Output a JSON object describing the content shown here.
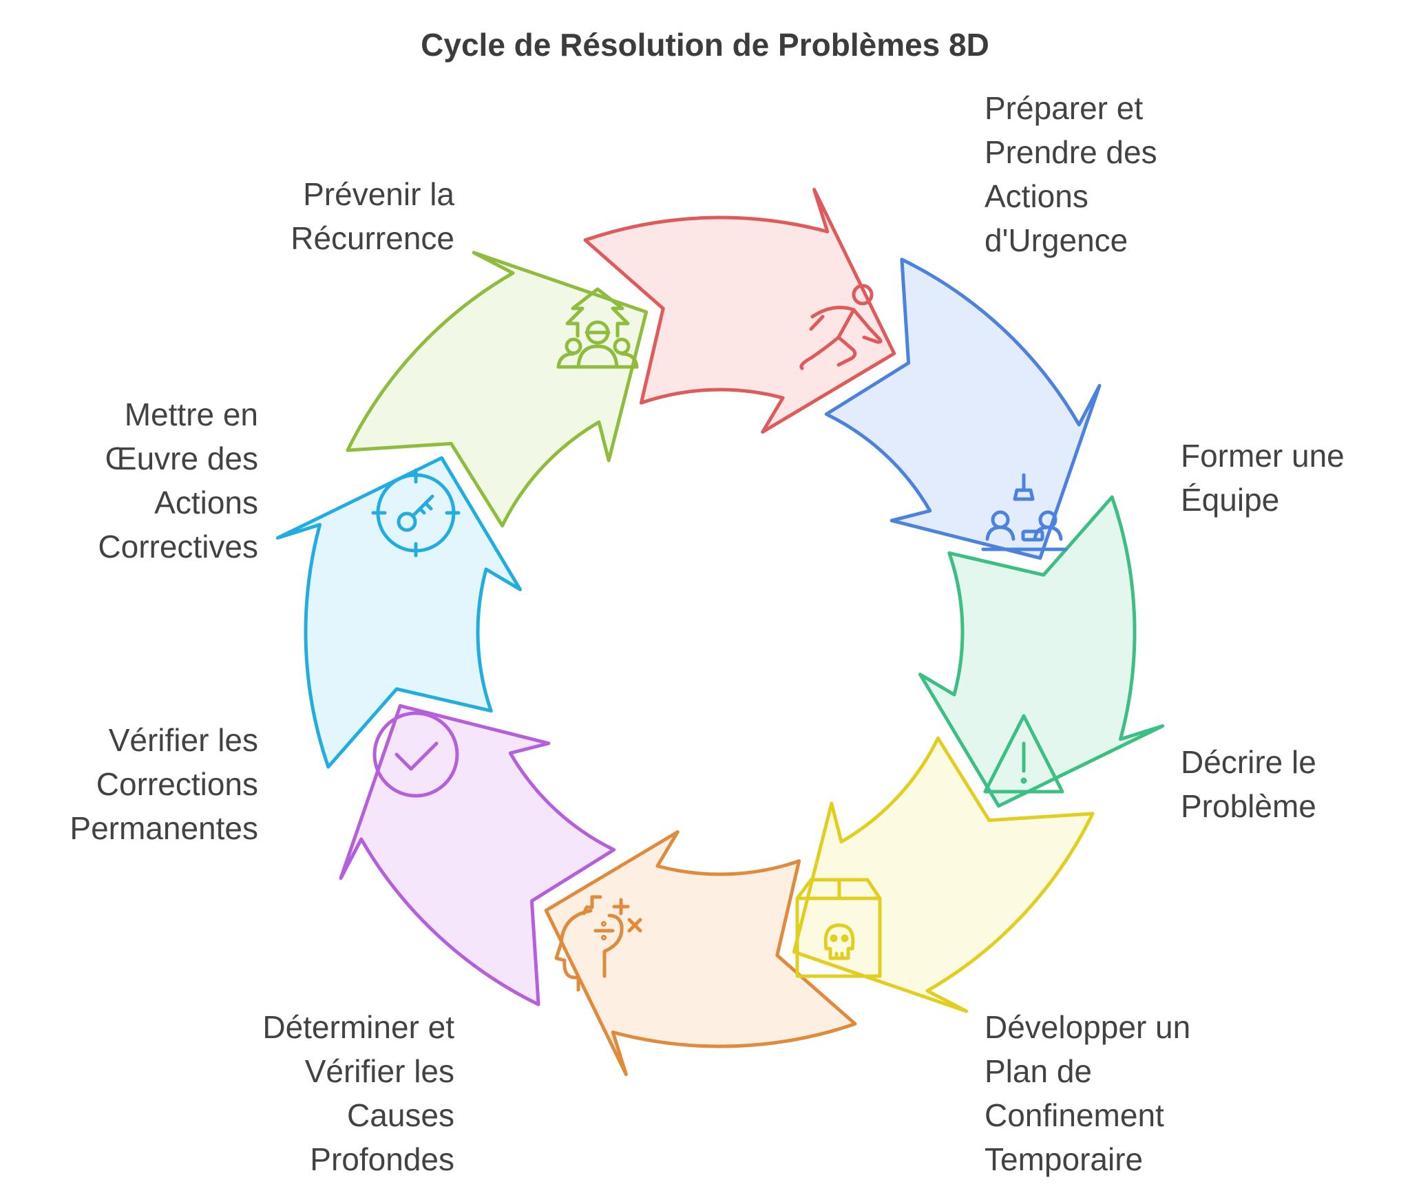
{
  "title": "Cycle de Résolution de Problèmes 8D",
  "steps": [
    {
      "key": "prevent",
      "lines": [
        "Prévenir la",
        "Récurrence"
      ],
      "stroke": "#8fbc3c",
      "fill": "#f1f8e6",
      "icon": "team-growth-icon"
    },
    {
      "key": "prepare",
      "lines": [
        "Préparer et",
        "Prendre des",
        "Actions",
        "d'Urgence"
      ],
      "stroke": "#df5a5a",
      "fill": "#fde6e6",
      "icon": "running-person-icon"
    },
    {
      "key": "team",
      "lines": [
        "Former une",
        "Équipe"
      ],
      "stroke": "#4a82de",
      "fill": "#e3ecfc",
      "icon": "team-meeting-icon"
    },
    {
      "key": "describe",
      "lines": [
        "Décrire le",
        "Problème"
      ],
      "stroke": "#3cbf82",
      "fill": "#e4f7ee",
      "icon": "warning-triangle-icon"
    },
    {
      "key": "contain",
      "lines": [
        "Développer un",
        "Plan de",
        "Confinement",
        "Temporaire"
      ],
      "stroke": "#e0cf1f",
      "fill": "#fcfbe2",
      "icon": "hazard-box-icon"
    },
    {
      "key": "causes",
      "lines": [
        "Déterminer et",
        "Vérifier les",
        "Causes",
        "Profondes"
      ],
      "stroke": "#e08a3c",
      "fill": "#fdf0e3",
      "icon": "analytical-head-icon"
    },
    {
      "key": "verify",
      "lines": [
        "Vérifier les",
        "Corrections",
        "Permanentes"
      ],
      "stroke": "#b45fdb",
      "fill": "#f5e6fb",
      "icon": "check-circle-icon"
    },
    {
      "key": "correct",
      "lines": [
        "Mettre en",
        "Œuvre des",
        "Actions",
        "Correctives"
      ],
      "stroke": "#22ade0",
      "fill": "#e3f6fd",
      "icon": "target-key-icon"
    }
  ]
}
